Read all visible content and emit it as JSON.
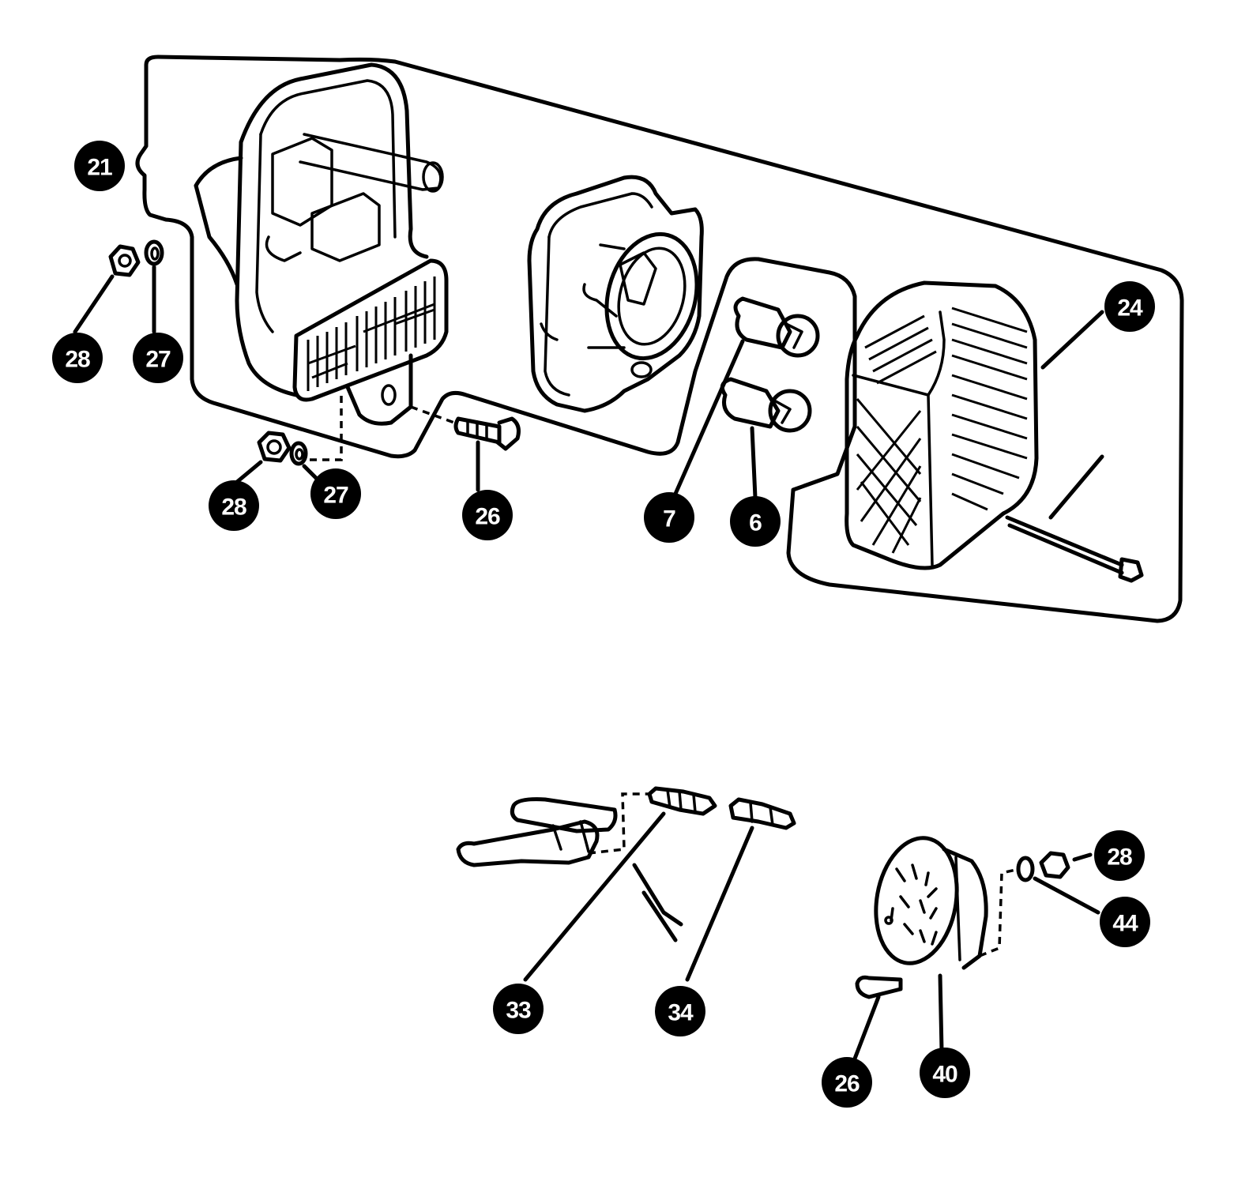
{
  "callouts": [
    {
      "id": "c21a",
      "label": "21"
    },
    {
      "id": "c28a",
      "label": "28"
    },
    {
      "id": "c27a",
      "label": "27"
    },
    {
      "id": "c28b",
      "label": "28"
    },
    {
      "id": "c27b",
      "label": "27"
    },
    {
      "id": "c26a",
      "label": "26"
    },
    {
      "id": "c7",
      "label": "7"
    },
    {
      "id": "c6",
      "label": "6"
    },
    {
      "id": "c24",
      "label": "24"
    },
    {
      "id": "c33",
      "label": "33"
    },
    {
      "id": "c34",
      "label": "34"
    },
    {
      "id": "c28c",
      "label": "28"
    },
    {
      "id": "c44",
      "label": "44"
    },
    {
      "id": "c40",
      "label": "40"
    },
    {
      "id": "c26b",
      "label": "26"
    }
  ]
}
